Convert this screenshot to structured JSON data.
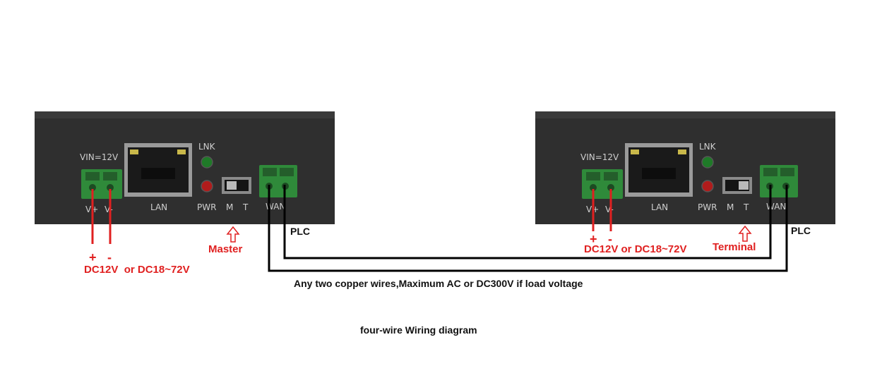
{
  "colors": {
    "device_body": "#2f2f2f",
    "terminal_block": "#2f8a3a",
    "led_green": "#1f7a28",
    "led_red": "#b01c1c",
    "annotation_red": "#e02020",
    "wire": "#000000"
  },
  "left_device": {
    "vin_label": "VIN=12V",
    "lan_label": "LAN",
    "lnk_label": "LNK",
    "pwr_label": "PWR",
    "m_label": "M",
    "t_label": "T",
    "wan_label": "WAN",
    "vplus_label": "V+",
    "vminus_label": "V-",
    "plus_sign": "+",
    "minus_sign": "-",
    "power_note": "DC12V  or DC18~72V",
    "mode_label": "Master",
    "plc_label": "PLC"
  },
  "right_device": {
    "vin_label": "VIN=12V",
    "lan_label": "LAN",
    "lnk_label": "LNK",
    "pwr_label": "PWR",
    "m_label": "M",
    "t_label": "T",
    "wan_label": "WAN",
    "vplus_label": "V+",
    "vminus_label": "V-",
    "plus_sign": "+",
    "minus_sign": "-",
    "power_note": "DC12V or DC18~72V",
    "mode_label": "Terminal",
    "plc_label": "PLC"
  },
  "wire_note": "Any two copper wires,Maximum AC or DC300V if load voltage",
  "diagram_caption": "four-wire Wiring diagram"
}
